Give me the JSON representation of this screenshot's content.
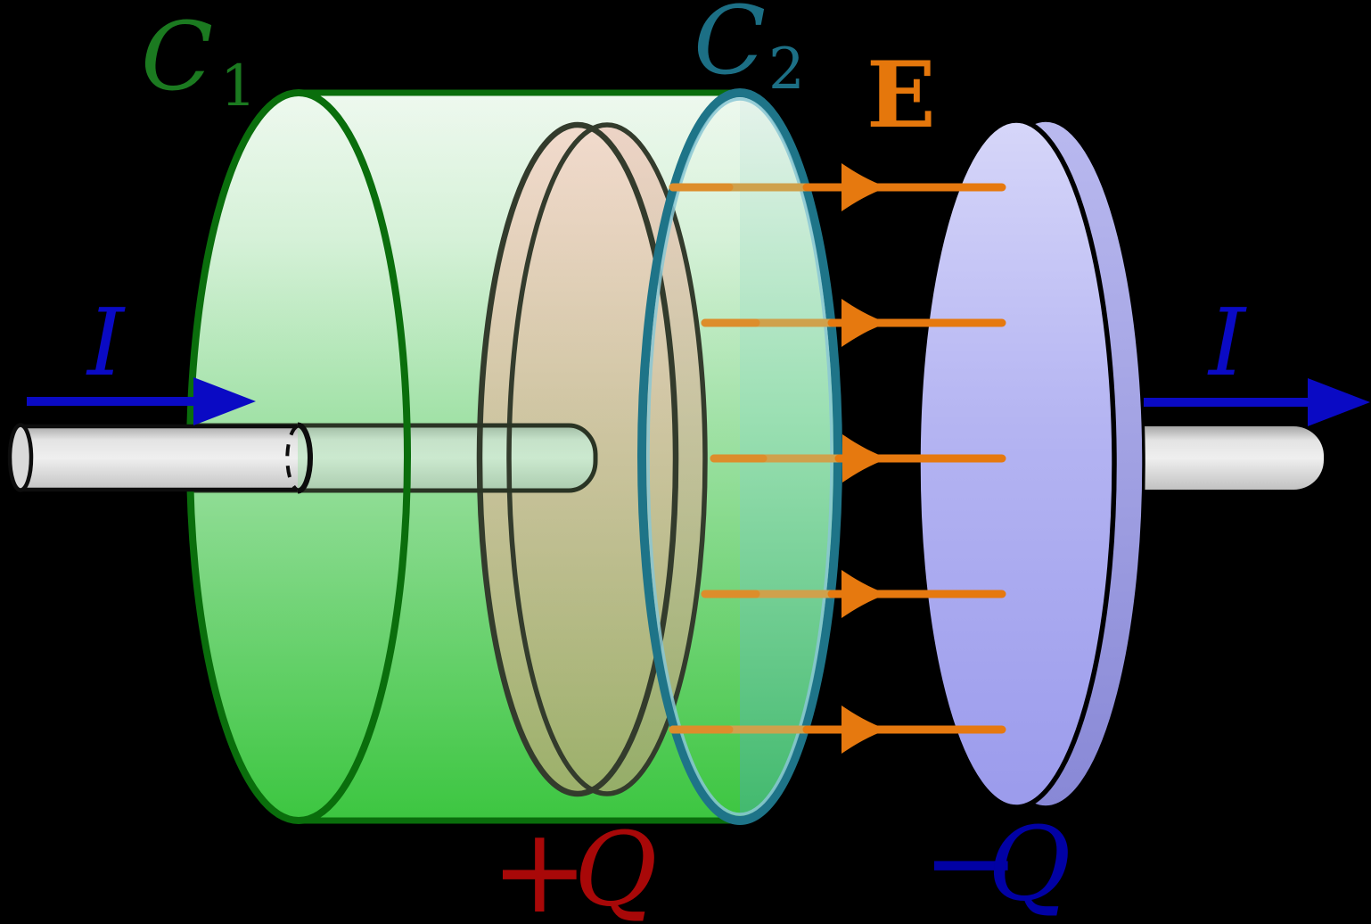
{
  "title": "Capacitor displacement current diagram with Gaussian surfaces",
  "background_color": "#000000",
  "labels": {
    "surface1": {
      "main": "C",
      "sub": "1",
      "color": "#1b7a20",
      "meaning": "Gaussian surface 1 (green cylinder)"
    },
    "surface2": {
      "main": "C",
      "sub": "2",
      "color": "#1c6f85",
      "meaning": "Gaussian surface 2 (teal end cap)"
    },
    "field": {
      "text": "E",
      "color": "#e5770c",
      "meaning": "electric field between plates"
    },
    "current_left": {
      "text": "I",
      "color": "#0a0ac4",
      "meaning": "current flowing in"
    },
    "current_right": {
      "text": "I",
      "color": "#0a0ac4",
      "meaning": "current flowing out"
    },
    "charge_positive": {
      "sign": "+",
      "letter": "Q",
      "color": "#a80808",
      "meaning": "positive plate charge"
    },
    "charge_negative": {
      "sign": "−",
      "letter": "Q",
      "color": "#0101a4",
      "meaning": "negative plate charge"
    }
  },
  "diagram": {
    "field_line_count": 5,
    "field_line_color": "#e6790f",
    "field_line_tinted_color": "#cfa14c",
    "current_arrow_color": "#0a0ac4",
    "surface_outline_green": "#0a6e0c",
    "surface_outline_teal": "#1e7488",
    "positive_plate_fill": "#eeb5a2",
    "negative_plate_fill": "#b4b4f2",
    "wire_fill": "#e2e2e2"
  }
}
